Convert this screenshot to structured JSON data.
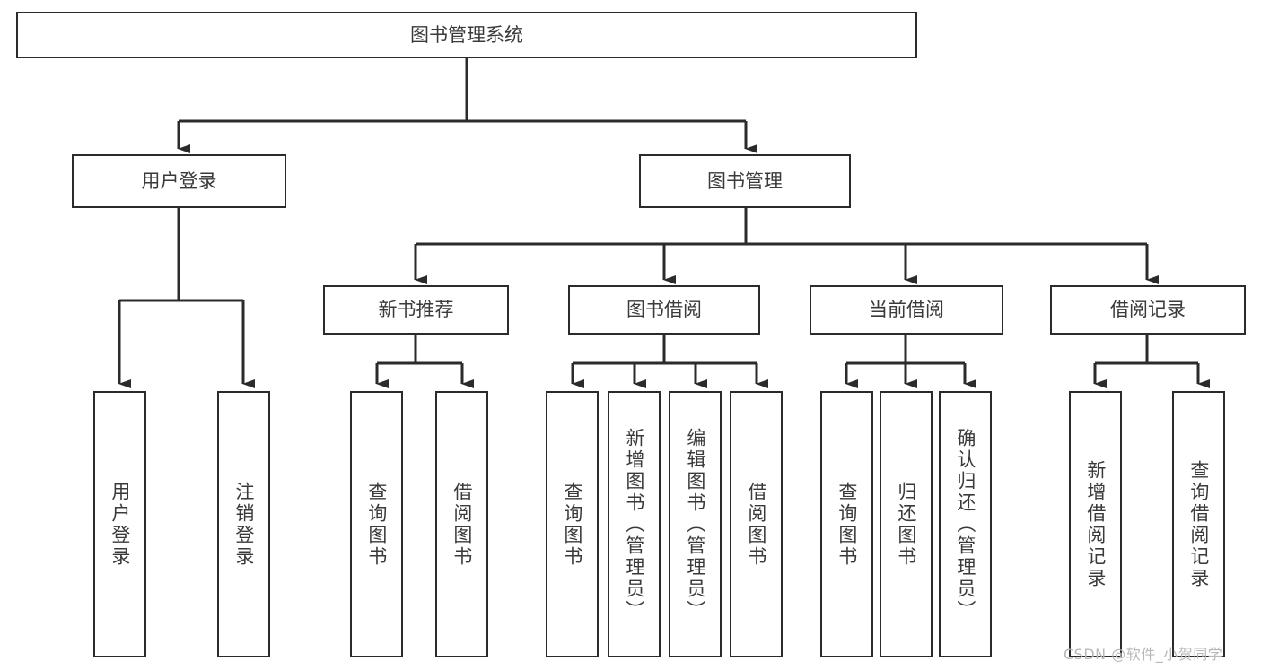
{
  "diagram": {
    "type": "hierarchy-tree",
    "title": "图书管理系统",
    "watermark": "CSDN @软件_小贺同学",
    "colors": {
      "box_border": "#2b2b2b",
      "box_fill": "#ffffff",
      "text": "#3a3a3a",
      "edge": "#2b2b2b",
      "watermark": "#b8b8b8",
      "background": "#ffffff"
    },
    "nodes": {
      "root": {
        "label": "图书管理系统"
      },
      "level2": [
        {
          "id": "user-login",
          "label": "用户登录"
        },
        {
          "id": "book-manage",
          "label": "图书管理"
        }
      ],
      "level3": [
        {
          "id": "new-book-recommend",
          "label": "新书推荐"
        },
        {
          "id": "book-borrow",
          "label": "图书借阅"
        },
        {
          "id": "current-borrow",
          "label": "当前借阅"
        },
        {
          "id": "borrow-record",
          "label": "借阅记录"
        }
      ],
      "leaves": {
        "user-login": [
          {
            "id": "leaf-user-login",
            "label": "用户登录"
          },
          {
            "id": "leaf-logout-login",
            "label": "注销登录"
          }
        ],
        "new-book-recommend": [
          {
            "id": "leaf-query-book-1",
            "label": "查询图书"
          },
          {
            "id": "leaf-borrow-book-1",
            "label": "借阅图书"
          }
        ],
        "book-borrow": [
          {
            "id": "leaf-query-book-2",
            "label": "查询图书"
          },
          {
            "id": "leaf-add-book",
            "label": "新增图书（管理员）"
          },
          {
            "id": "leaf-edit-book",
            "label": "编辑图书（管理员）"
          },
          {
            "id": "leaf-borrow-book-2",
            "label": "借阅图书"
          }
        ],
        "current-borrow": [
          {
            "id": "leaf-query-book-3",
            "label": "查询图书"
          },
          {
            "id": "leaf-return-book",
            "label": "归还图书"
          },
          {
            "id": "leaf-confirm-return",
            "label": "确认归还（管理员）"
          }
        ],
        "borrow-record": [
          {
            "id": "leaf-add-record",
            "label": "新增借阅记录"
          },
          {
            "id": "leaf-query-record",
            "label": "查询借阅记录"
          }
        ]
      }
    }
  }
}
